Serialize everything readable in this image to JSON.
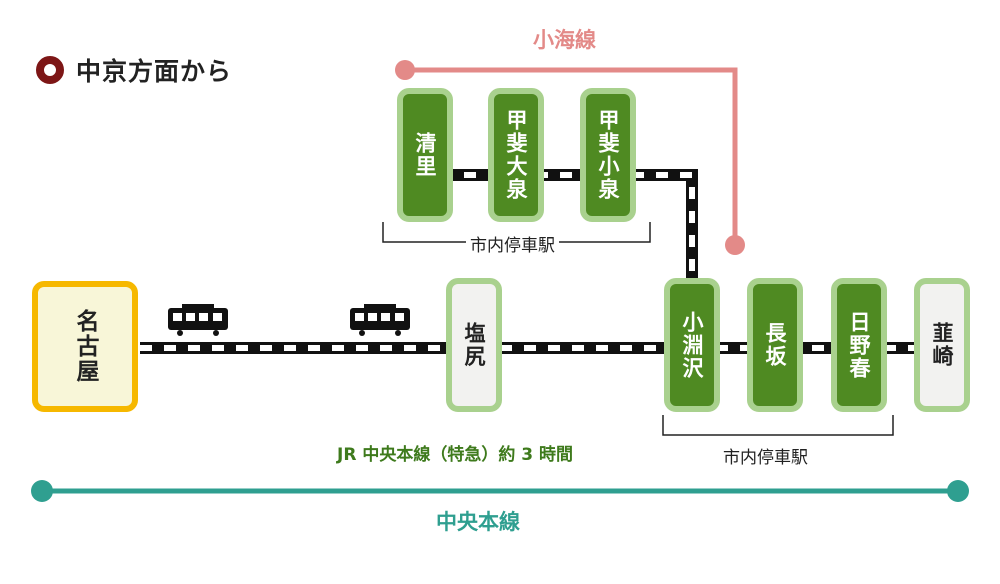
{
  "heading": {
    "text": "中京方面から",
    "dot_color": "#7d1616"
  },
  "lines": {
    "komi": {
      "label": "小海線",
      "color": "#e38a88"
    },
    "chuo_bar": {
      "label": "中央本線",
      "color": "#2f9f90"
    },
    "express": {
      "label": "JR 中央本線（特急）約 3 時間",
      "color": "#3e7a1c"
    }
  },
  "stations": {
    "nagoya": "名古屋",
    "shiojiri": "塩尻",
    "kobuchisawa": "小淵沢",
    "nagasaka": "長坂",
    "hinoharu": "日野春",
    "nirasaki": "韮崎",
    "kiyosato": "清里",
    "kaiooizumi": "甲斐大泉",
    "kaikoizumi": "甲斐小泉"
  },
  "brackets": {
    "upper": "市内停車駅",
    "lower": "市内停車駅"
  },
  "colors": {
    "green_fill": "#4f8a22",
    "green_border": "#a9d18e",
    "origin_border": "#f6b800",
    "origin_fill": "#f8f6d8",
    "track": "#111111"
  },
  "icons": [
    "train-icon",
    "train-icon"
  ]
}
